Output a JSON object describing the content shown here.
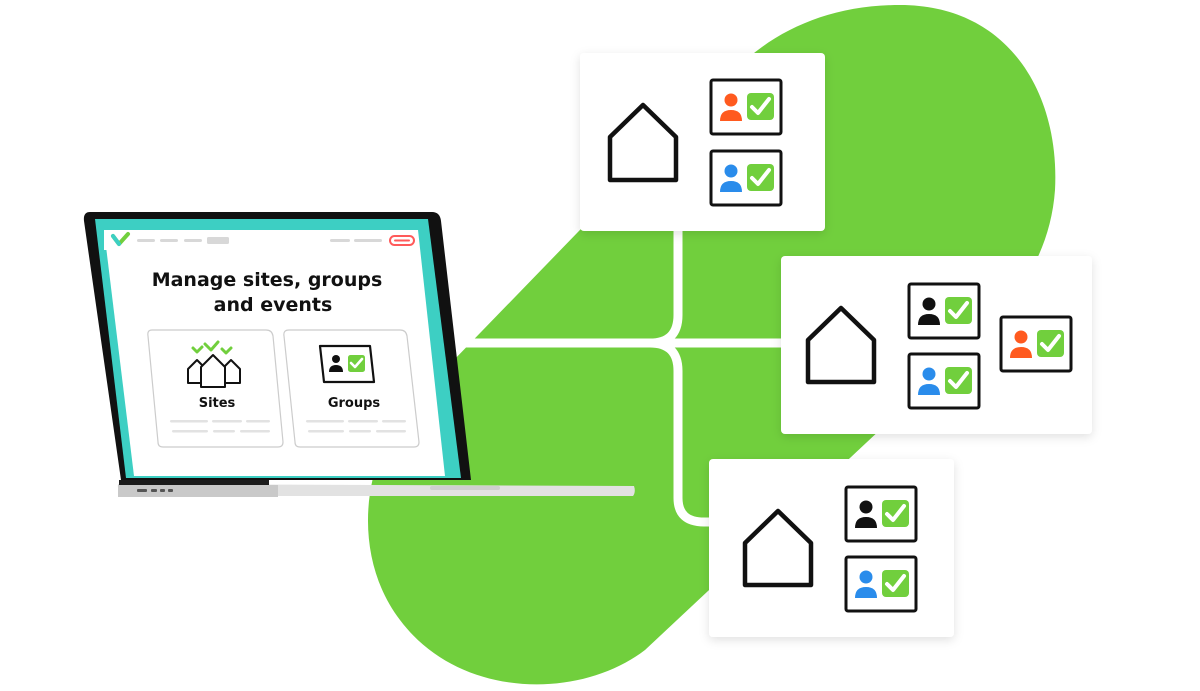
{
  "colors": {
    "brand_green": "#71CF3D",
    "accent_orange": "#FF5A1F",
    "accent_blue": "#2A8CEB",
    "screen_teal": "#3DCFC3",
    "outline": "#111111",
    "card_bg": "#FFFFFF",
    "connector": "#FFFFFF"
  },
  "laptop": {
    "headline_line1": "Manage sites, groups",
    "headline_line2": "and events",
    "cards": [
      {
        "label": "Sites",
        "icon": "sites-houses-icon"
      },
      {
        "label": "Groups",
        "icon": "group-member-check-icon"
      }
    ]
  },
  "site_cards": [
    {
      "icon": "house-icon",
      "members": [
        "orange",
        "blue"
      ]
    },
    {
      "icon": "house-icon",
      "members": [
        "black",
        "blue",
        "orange"
      ]
    },
    {
      "icon": "house-icon",
      "members": [
        "black",
        "blue"
      ]
    }
  ]
}
